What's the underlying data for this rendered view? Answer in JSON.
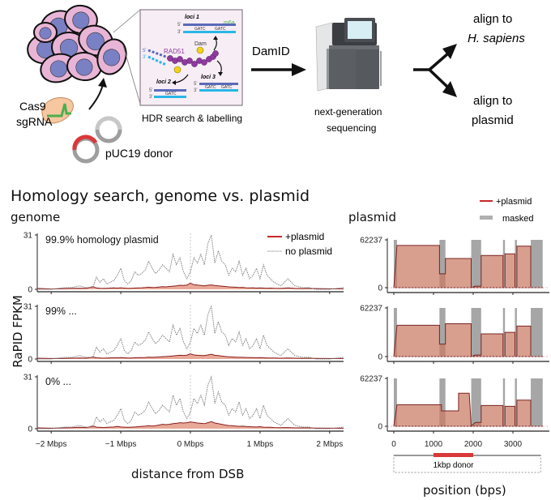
{
  "schematic": {
    "cas9_label_1": "Cas9",
    "cas9_label_2": "sgRNA",
    "donor_label": "pUC19 donor",
    "inset_caption": "HDR search & labelling",
    "inset": {
      "loci_1": "loci 1",
      "loci_2": "loci 2",
      "loci_3": "loci 3",
      "m6a": "m6a",
      "dam": "Dam",
      "rad51": "RAD51",
      "gatc": "GATC",
      "five_prime": "5'",
      "three_prime": "3'"
    },
    "damid_label": "DamID",
    "ngs_label_1": "next-generation",
    "ngs_label_2": "sequencing",
    "align_hs_1": "align to",
    "align_hs_2": "H. sapiens",
    "align_pl_1": "align to",
    "align_pl_2": "plasmid",
    "colors": {
      "cell_fill": "#e9b5d6",
      "nucleus": "#7a80c4",
      "cas9": "#f6c7a0",
      "sgrna": "#4caf50",
      "donor_red": "#d9383a",
      "plasmid_grey": "#9e9e9e",
      "rad51": "#8e3a9e",
      "dam": "#f3d21c",
      "dna_dark": "#5a6ab8",
      "dna_light": "#29b6e6"
    }
  },
  "section_title": "Homology search, genome vs. plasmid",
  "genome_header": "genome",
  "plasmid_header": "plasmid",
  "y_axis_label": "RaPID FPKM",
  "chart_data": [
    {
      "type": "area",
      "panel": "genome",
      "title": "genome",
      "xlabel": "distance from DSB",
      "ylabel": "RaPID FPKM",
      "x_unit": "Mbps",
      "xlim": [
        -2.2,
        2.2
      ],
      "ylim": [
        0,
        31
      ],
      "xticks": [
        -2,
        -1,
        0,
        1,
        2
      ],
      "xtick_labels": [
        "−2 Mbps",
        "−1 Mbps",
        "0 Mbps",
        "1 Mbps",
        "2 Mbps"
      ],
      "yticks": [
        0,
        31
      ],
      "reference_line_x": 0,
      "legend": {
        "position": "top-right",
        "entries": [
          "+plasmid",
          "no plasmid"
        ]
      },
      "series_style": {
        "+plasmid": {
          "color": "#b22222",
          "fill": "#e8a898"
        },
        "no plasmid": {
          "color": "#888888",
          "dash": "dotted"
        }
      },
      "x": [
        -2.2,
        -2.0,
        -1.8,
        -1.7,
        -1.6,
        -1.5,
        -1.4,
        -1.35,
        -1.3,
        -1.25,
        -1.2,
        -1.1,
        -1.05,
        -1.0,
        -0.95,
        -0.9,
        -0.85,
        -0.8,
        -0.75,
        -0.7,
        -0.65,
        -0.6,
        -0.55,
        -0.5,
        -0.45,
        -0.4,
        -0.35,
        -0.3,
        -0.25,
        -0.2,
        -0.15,
        -0.1,
        -0.05,
        0.0,
        0.05,
        0.1,
        0.15,
        0.2,
        0.25,
        0.3,
        0.35,
        0.4,
        0.45,
        0.5,
        0.55,
        0.6,
        0.65,
        0.7,
        0.75,
        0.8,
        0.85,
        0.9,
        0.95,
        1.0,
        1.05,
        1.1,
        1.15,
        1.2,
        1.3,
        1.4,
        1.5,
        1.6,
        1.7,
        1.8,
        2.0,
        2.2
      ],
      "panels": [
        {
          "annotation": "99.9% homology plasmid",
          "no_plasmid": [
            0,
            0,
            1,
            1,
            2,
            1,
            1,
            7,
            4,
            6,
            3,
            5,
            8,
            12,
            5,
            3,
            5,
            10,
            8,
            9,
            11,
            16,
            12,
            9,
            11,
            14,
            12,
            10,
            20,
            14,
            18,
            10,
            6,
            10,
            18,
            15,
            20,
            14,
            26,
            31,
            15,
            22,
            16,
            14,
            8,
            12,
            10,
            16,
            8,
            12,
            6,
            8,
            12,
            6,
            14,
            8,
            6,
            4,
            2,
            6,
            2,
            1,
            1,
            0,
            0,
            1
          ],
          "plus_plasmid": [
            0.5,
            0.2,
            0.4,
            0.5,
            0.6,
            0.5,
            1.5,
            0.8,
            0.6,
            0.5,
            0.6,
            0.8,
            0.7,
            0.9,
            0.7,
            0.5,
            0.6,
            0.7,
            0.8,
            0.9,
            1.0,
            1.2,
            1.0,
            1.1,
            1.3,
            1.5,
            1.4,
            1.6,
            1.8,
            2.0,
            2.3,
            2.2,
            2.4,
            3.5,
            2.6,
            2.4,
            2.2,
            2.0,
            2.3,
            2.5,
            2.2,
            2.0,
            1.8,
            1.6,
            1.4,
            1.3,
            1.2,
            1.0,
            1.1,
            0.9,
            0.8,
            0.9,
            0.7,
            0.8,
            0.7,
            0.6,
            0.7,
            0.6,
            0.5,
            0.8,
            0.5,
            0.4,
            0.5,
            0.4,
            0.3,
            0.3
          ]
        },
        {
          "annotation": "99% ...",
          "no_plasmid": [
            0,
            0,
            1,
            1,
            2,
            1,
            1,
            7,
            4,
            6,
            3,
            5,
            8,
            12,
            5,
            3,
            5,
            10,
            8,
            9,
            11,
            16,
            12,
            9,
            11,
            14,
            12,
            10,
            20,
            14,
            18,
            10,
            6,
            10,
            18,
            15,
            20,
            14,
            26,
            31,
            15,
            22,
            16,
            14,
            8,
            12,
            10,
            16,
            8,
            12,
            6,
            8,
            12,
            6,
            14,
            8,
            6,
            4,
            2,
            6,
            2,
            1,
            1,
            0,
            0,
            1
          ],
          "plus_plasmid": [
            0.5,
            0.3,
            0.4,
            0.5,
            0.6,
            0.5,
            1.2,
            0.7,
            0.6,
            0.5,
            0.6,
            0.7,
            0.7,
            0.8,
            0.7,
            0.6,
            0.6,
            0.7,
            0.8,
            0.8,
            0.9,
            1.1,
            1.0,
            1.1,
            1.2,
            1.4,
            1.5,
            1.6,
            1.8,
            2.0,
            2.2,
            2.1,
            2.3,
            3.0,
            2.4,
            2.2,
            2.1,
            2.0,
            2.4,
            2.8,
            2.2,
            2.0,
            1.7,
            1.5,
            1.3,
            1.2,
            1.1,
            1.0,
            1.0,
            0.9,
            0.8,
            0.8,
            0.7,
            0.8,
            0.7,
            0.6,
            0.6,
            0.6,
            0.5,
            0.6,
            0.5,
            0.4,
            0.5,
            0.4,
            0.3,
            0.3
          ]
        },
        {
          "annotation": "0% ...",
          "no_plasmid": [
            0,
            0,
            1,
            1,
            2,
            1,
            1,
            7,
            4,
            6,
            3,
            5,
            8,
            12,
            5,
            3,
            5,
            10,
            8,
            9,
            11,
            16,
            12,
            9,
            11,
            14,
            12,
            10,
            20,
            14,
            18,
            10,
            6,
            10,
            18,
            15,
            20,
            14,
            26,
            31,
            15,
            22,
            16,
            14,
            8,
            12,
            10,
            16,
            8,
            12,
            6,
            8,
            12,
            6,
            14,
            8,
            6,
            4,
            2,
            6,
            2,
            1,
            1,
            0,
            0,
            1
          ],
          "plus_plasmid": [
            0.5,
            0.3,
            0.5,
            0.6,
            0.8,
            0.6,
            1.6,
            0.9,
            0.8,
            0.7,
            0.8,
            1.0,
            1.4,
            1.0,
            0.9,
            0.8,
            0.9,
            1.0,
            1.2,
            1.4,
            1.5,
            1.8,
            1.6,
            1.8,
            2.2,
            2.6,
            2.4,
            2.6,
            3.0,
            3.2,
            3.6,
            3.4,
            3.6,
            4.0,
            3.8,
            3.4,
            3.2,
            3.0,
            3.6,
            4.2,
            3.4,
            3.0,
            2.6,
            2.2,
            1.9,
            1.8,
            1.6,
            1.4,
            1.5,
            1.3,
            1.2,
            1.1,
            1.0,
            1.2,
            0.9,
            0.8,
            0.8,
            0.7,
            0.6,
            0.7,
            0.5,
            0.5,
            0.5,
            0.4,
            0.3,
            0.3
          ]
        }
      ]
    },
    {
      "type": "area",
      "panel": "plasmid",
      "title": "plasmid",
      "xlabel": "position (bps)",
      "ylabel": "RaPID FPKM",
      "xlim": [
        -100,
        3800
      ],
      "ylim": [
        0,
        62237
      ],
      "xticks": [
        0,
        1000,
        2000,
        3000
      ],
      "xtick_labels": [
        "0",
        "1000",
        "2000",
        "3000"
      ],
      "yticks": [
        0,
        62237
      ],
      "legend": {
        "position": "top-right",
        "entries": [
          "+plasmid",
          "masked"
        ]
      },
      "series_style": {
        "+plasmid": {
          "color": "#8b2a2a",
          "fill": "#d89a84"
        },
        "masked": {
          "fill": "#a6a6a6"
        }
      },
      "masked_regions": [
        [
          0,
          80
        ],
        [
          1150,
          1300
        ],
        [
          1950,
          2200
        ],
        [
          2750,
          2800
        ],
        [
          3050,
          3100
        ],
        [
          3450,
          3750
        ]
      ],
      "donor": {
        "label": "1kbp donor",
        "start": 1000,
        "end": 2000,
        "color": "#d9383a"
      },
      "panels": [
        {
          "steps": [
            [
              0,
              0
            ],
            [
              80,
              55000
            ],
            [
              1150,
              55000
            ],
            [
              1150,
              18000
            ],
            [
              1300,
              18000
            ],
            [
              1300,
              38000
            ],
            [
              1950,
              38000
            ],
            [
              1950,
              0
            ],
            [
              2050,
              2000
            ],
            [
              2200,
              2000
            ],
            [
              2200,
              42000
            ],
            [
              2750,
              42000
            ],
            [
              2750,
              0
            ],
            [
              2800,
              0
            ],
            [
              2800,
              44000
            ],
            [
              3050,
              44000
            ],
            [
              3050,
              0
            ],
            [
              3100,
              0
            ],
            [
              3100,
              54000
            ],
            [
              3450,
              54000
            ],
            [
              3450,
              0
            ],
            [
              3750,
              0
            ]
          ]
        },
        {
          "steps": [
            [
              0,
              0
            ],
            [
              80,
              40000
            ],
            [
              1150,
              40000
            ],
            [
              1150,
              16000
            ],
            [
              1300,
              16000
            ],
            [
              1300,
              42000
            ],
            [
              1950,
              42000
            ],
            [
              1950,
              0
            ],
            [
              2050,
              2000
            ],
            [
              2200,
              2000
            ],
            [
              2200,
              29000
            ],
            [
              2750,
              29000
            ],
            [
              2750,
              0
            ],
            [
              2800,
              0
            ],
            [
              2800,
              31000
            ],
            [
              3050,
              31000
            ],
            [
              3050,
              0
            ],
            [
              3100,
              0
            ],
            [
              3100,
              39000
            ],
            [
              3450,
              39000
            ],
            [
              3450,
              0
            ],
            [
              3750,
              0
            ]
          ]
        },
        {
          "steps": [
            [
              0,
              0
            ],
            [
              80,
              28000
            ],
            [
              1200,
              28000
            ],
            [
              1200,
              20000
            ],
            [
              1630,
              20000
            ],
            [
              1630,
              43000
            ],
            [
              1900,
              43000
            ],
            [
              1950,
              0
            ],
            [
              2050,
              5000
            ],
            [
              2200,
              5000
            ],
            [
              2200,
              27000
            ],
            [
              2750,
              27000
            ],
            [
              2750,
              0
            ],
            [
              2800,
              0
            ],
            [
              2800,
              26000
            ],
            [
              3050,
              26000
            ],
            [
              3050,
              0
            ],
            [
              3100,
              0
            ],
            [
              3100,
              34000
            ],
            [
              3450,
              34000
            ],
            [
              3450,
              0
            ],
            [
              3750,
              0
            ]
          ]
        }
      ]
    }
  ]
}
